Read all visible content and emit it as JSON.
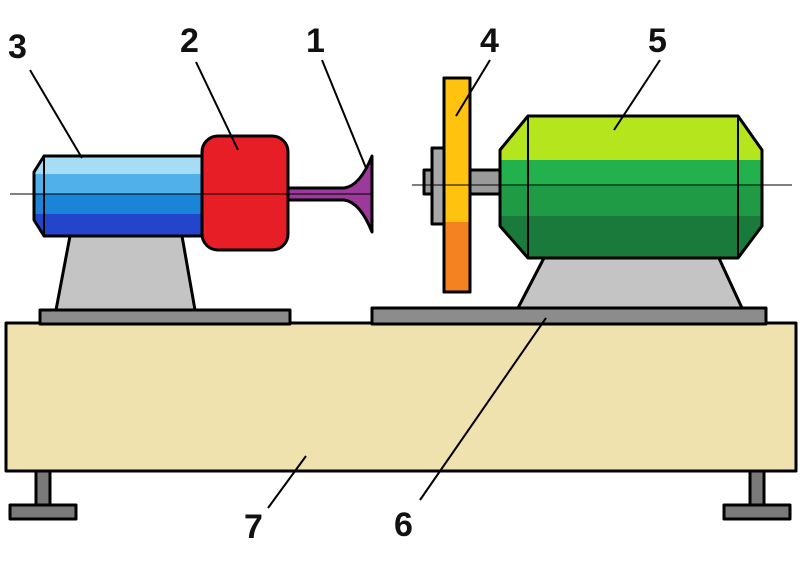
{
  "labels": {
    "l1": "1",
    "l2": "2",
    "l3": "3",
    "l4": "4",
    "l5": "5",
    "l6": "6",
    "l7": "7"
  },
  "colors": {
    "bed": "#efe2ae",
    "plate": "#8c8c8c",
    "pedestal": "#c4c4c4",
    "feet": "#7a7a7a",
    "blue_light": "#7dc8ee",
    "blue_mid": "#1a84d8",
    "blue_dark": "#2345cc",
    "red": "#e81e26",
    "purple": "#9b3a9b",
    "shaft": "#9a9a9a",
    "disc_yellow": "#ffc20e",
    "disc_orange": "#f58220",
    "green_light": "#b5e61d",
    "green_mid": "#22b14c",
    "green_dark": "#1a7a3c"
  }
}
